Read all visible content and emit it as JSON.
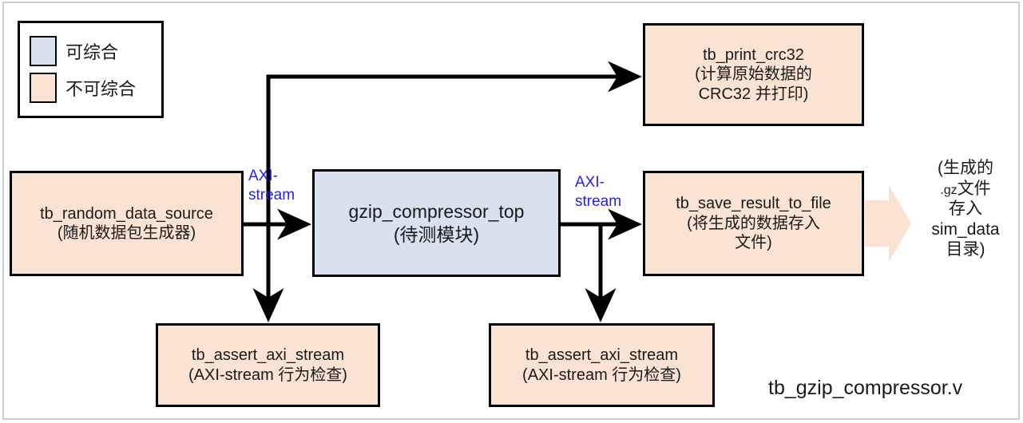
{
  "diagram": {
    "caption": "tb_gzip_compressor.v",
    "colors": {
      "synthesizable_fill": "#d7e1f0",
      "non_synthesizable_fill": "#fae3d2",
      "edge_label": "#2222ee",
      "border": "#000000",
      "block_arrow": "#fae3d2"
    },
    "legend": {
      "items": [
        {
          "label": "可综合",
          "swatch": "#d7e1f0"
        },
        {
          "label": "不可综合",
          "swatch": "#fae3d2"
        }
      ]
    },
    "nodes": {
      "random_source": {
        "title": "tb_random_data_source",
        "subtitle": "(随机数据包生成器)",
        "kind": "non-synthesizable"
      },
      "dut": {
        "title": "gzip_compressor_top",
        "subtitle": "(待测模块)",
        "kind": "synthesizable"
      },
      "save_file": {
        "title": "tb_save_result_to_file",
        "subtitle_line1": "(将生成的数据存入",
        "subtitle_line2": "文件)",
        "kind": "non-synthesizable"
      },
      "print_crc32": {
        "title": "tb_print_crc32",
        "subtitle_line1": "(计算原始数据的",
        "subtitle_line2": "CRC32 并打印)",
        "kind": "non-synthesizable"
      },
      "assert_left": {
        "title": "tb_assert_axi_stream",
        "subtitle": "(AXI-stream 行为检查)",
        "kind": "non-synthesizable"
      },
      "assert_right": {
        "title": "tb_assert_axi_stream",
        "subtitle": "(AXI-stream 行为检查)",
        "kind": "non-synthesizable"
      }
    },
    "edge_labels": {
      "left_line1": "AXI-",
      "left_line2": "stream",
      "right_line1": "AXI-",
      "right_line2": "stream"
    },
    "output_note": {
      "line1": "(生成的",
      "line2_small": ".gz",
      "line2_rest": "文件",
      "line3": "存入",
      "line4": "sim_data",
      "line5": "目录)"
    }
  }
}
